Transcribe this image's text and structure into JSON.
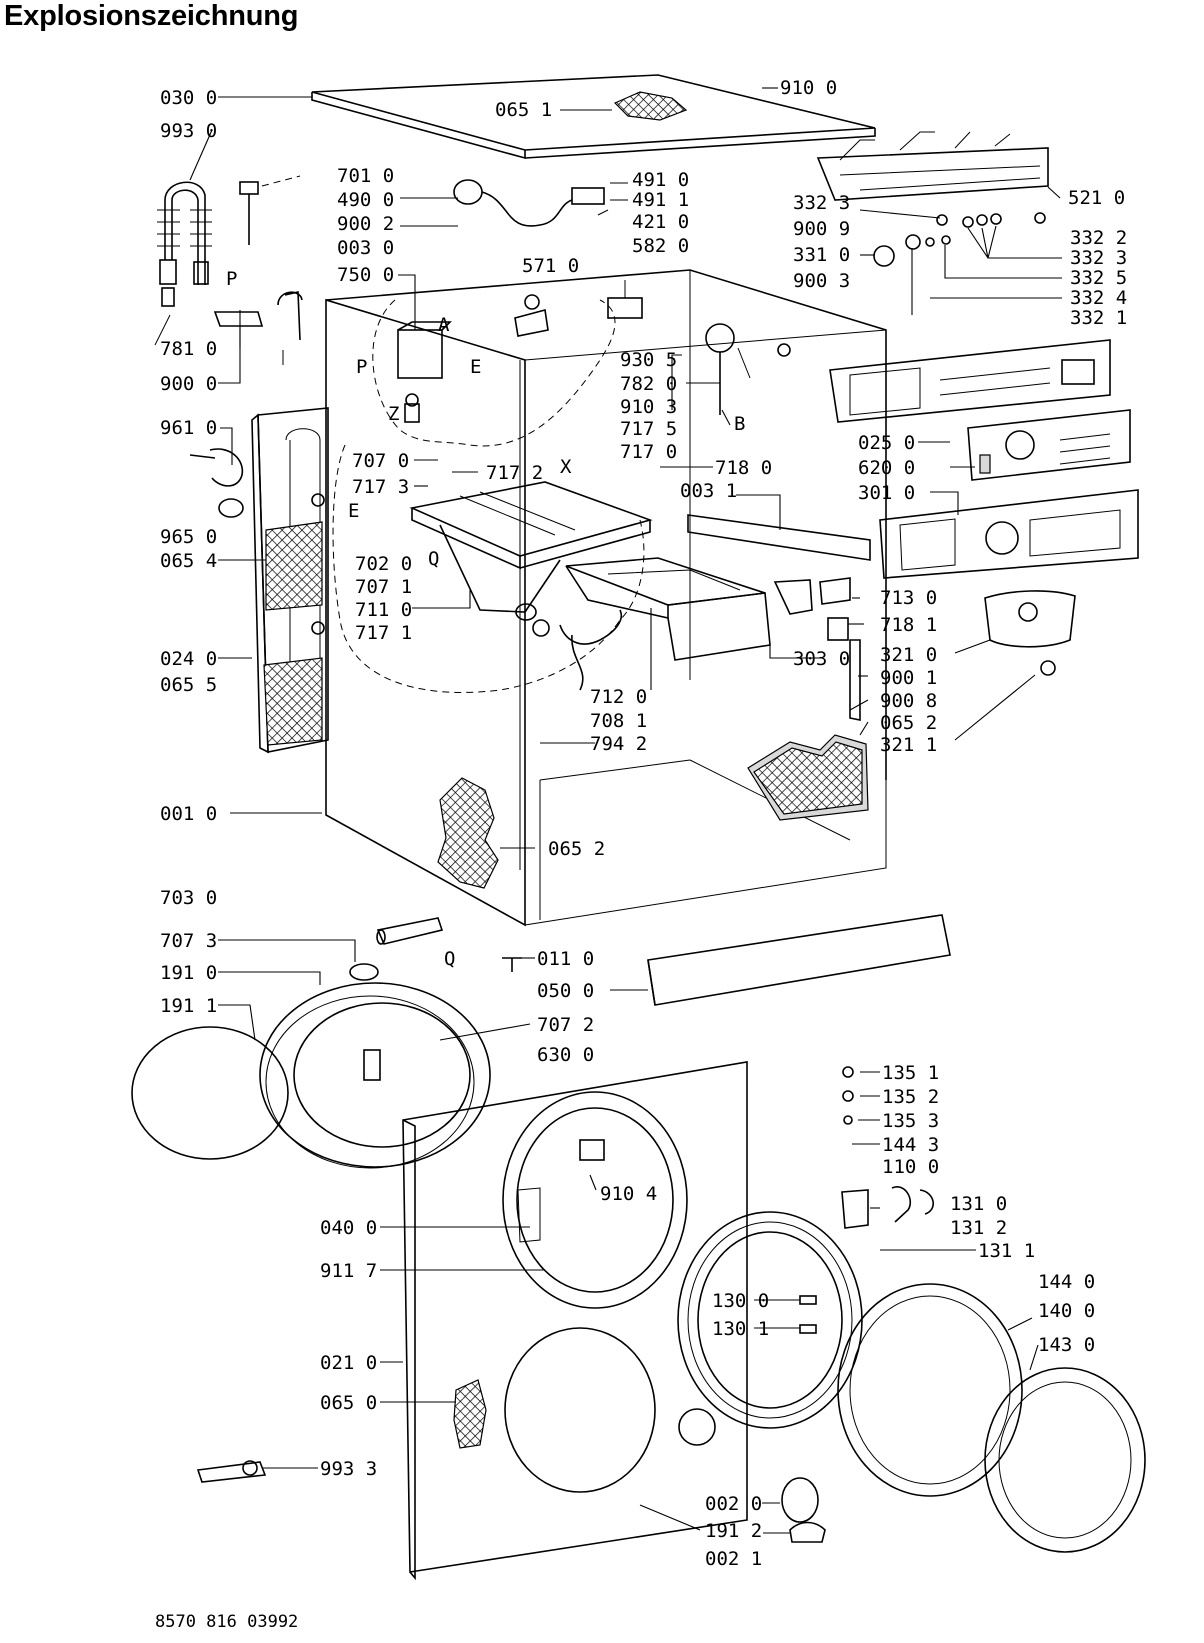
{
  "title": "Explosionszeichnung",
  "footer_code": "8570 816 03992",
  "callouts": {
    "c0300": "030 0",
    "c9930": "993 0",
    "c7010": "701 0",
    "c4900": "490 0",
    "c9002": "900 2",
    "c0030": "003 0",
    "c7500": "750 0",
    "c5710": "571 0",
    "c4910": "491 0",
    "c4911": "491 1",
    "c4210": "421 0",
    "c5820": "582 0",
    "c9100": "910 0",
    "c0651": "065 1",
    "c5210": "521 0",
    "c3323a": "332 3",
    "c9009": "900 9",
    "c3310": "331 0",
    "c9003": "900 3",
    "c3322": "332 2",
    "c3323b": "332 3",
    "c3325": "332 5",
    "c3324": "332 4",
    "c3321": "332 1",
    "c7810": "781 0",
    "c9000": "900 0",
    "c9610": "961 0",
    "c9650": "965 0",
    "c0654": "065 4",
    "c0240": "024 0",
    "c0655": "065 5",
    "c9305": "930 5",
    "c7820": "782 0",
    "c9103": "910 3",
    "c7175": "717 5",
    "c7170": "717 0",
    "c7180": "718 0",
    "c0031": "003 1",
    "c7070": "707 0",
    "c7173": "717 3",
    "c7172": "717 2",
    "c7020": "702 0",
    "c7071": "707 1",
    "c7110": "711 0",
    "c7171": "717 1",
    "c0250": "025 0",
    "c6200": "620 0",
    "c3010": "301 0",
    "c7130": "713 0",
    "c7181": "718 1",
    "c3030": "303 0",
    "c3210": "321 0",
    "c9001": "900 1",
    "c9008": "900 8",
    "c0652a": "065 2",
    "c3211": "321 1",
    "c7120": "712 0",
    "c7081": "708 1",
    "c7942": "794 2",
    "c0010": "001 0",
    "c0652b": "065 2",
    "c7030": "703 0",
    "c7073": "707 3",
    "c0110": "011 0",
    "c0500": "050 0",
    "c1910": "191 0",
    "c1911": "191 1",
    "c7072": "707 2",
    "c6300": "630 0",
    "c1351": "135 1",
    "c1352": "135 2",
    "c1353": "135 3",
    "c1443": "144 3",
    "c1100": "110 0",
    "c9104": "910 4",
    "c1310": "131 0",
    "c1312": "131 2",
    "c1311": "131 1",
    "c0400": "040 0",
    "c9117": "911 7",
    "c1440": "144 0",
    "c1300": "130 0",
    "c1400": "140 0",
    "c1301": "130 1",
    "c1430": "143 0",
    "c0210": "021 0",
    "c0650": "065 0",
    "c9933": "993 3",
    "c0020": "002 0",
    "c1912": "191 2",
    "c0021": "002 1"
  },
  "letters": {
    "P1": "P",
    "P2": "P",
    "A": "A",
    "E1": "E",
    "E2": "E",
    "Z": "Z",
    "X": "X",
    "B": "B",
    "Q1": "Q",
    "Q2": "Q"
  }
}
